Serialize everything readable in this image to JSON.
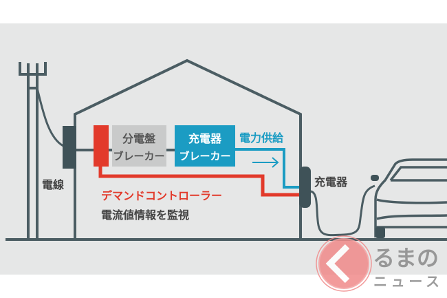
{
  "labels": {
    "power_line": "電線",
    "distribution_board": [
      "分電盤",
      "ブレーカー"
    ],
    "charger_breaker": [
      "充電器",
      "ブレーカー"
    ],
    "power_supply": "電力供給",
    "charger": "充電器",
    "demand_controller": "デマンドコントローラー",
    "monitor_current": "電流値情報を監視"
  },
  "logo": {
    "line1": "るまの",
    "line2": "ニュース"
  },
  "colors": {
    "background": "#e6e7e7",
    "stroke": "#4b5d63",
    "demand_red": "#e23a2b",
    "supply_blue": "#1b9cc3",
    "board_gray": "#c9caca"
  }
}
